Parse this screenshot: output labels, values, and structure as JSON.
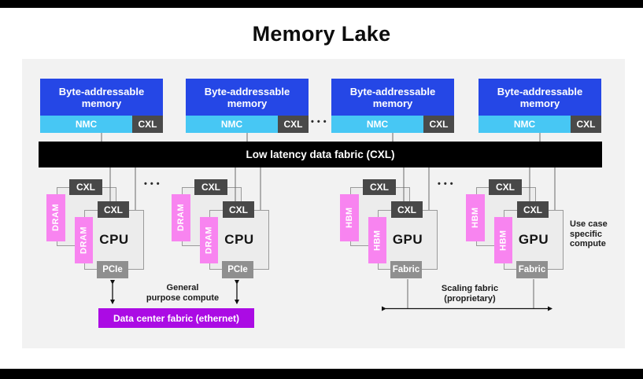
{
  "title": "Memory Lake",
  "memory_blocks": [
    {
      "label": "Byte-addressable memory",
      "nmc": "NMC",
      "cxl": "CXL"
    },
    {
      "label": "Byte-addressable memory",
      "nmc": "NMC",
      "cxl": "CXL"
    },
    {
      "label": "Byte-addressable memory",
      "nmc": "NMC",
      "cxl": "CXL"
    },
    {
      "label": "Byte-addressable memory",
      "nmc": "NMC",
      "cxl": "CXL"
    }
  ],
  "fabric_bar_label": "Low latency data fabric (CXL)",
  "ellipsis": "•••",
  "compute_units": [
    {
      "back_cxl": "CXL",
      "front_cxl": "CXL",
      "back_mem": "DRAM",
      "front_mem": "DRAM",
      "chip": "CPU",
      "io": "PCIe"
    },
    {
      "back_cxl": "CXL",
      "front_cxl": "CXL",
      "back_mem": "DRAM",
      "front_mem": "DRAM",
      "chip": "CPU",
      "io": "PCIe"
    },
    {
      "back_cxl": "CXL",
      "front_cxl": "CXL",
      "back_mem": "HBM",
      "front_mem": "HBM",
      "chip": "GPU",
      "io": "Fabric"
    },
    {
      "back_cxl": "CXL",
      "front_cxl": "CXL",
      "back_mem": "HBM",
      "front_mem": "HBM",
      "chip": "GPU",
      "io": "Fabric"
    }
  ],
  "annotations": {
    "general_compute": "General\npurpose compute",
    "datacenter_fabric": "Data center fabric (ethernet)",
    "scaling_fabric": "Scaling fabric\n(proprietary)",
    "use_case": "Use case\nspecific\ncompute"
  },
  "colors": {
    "memory_blue": "#2547e6",
    "nmc_cyan": "#47c7f4",
    "cxl_dark": "#4a4a4a",
    "dram_hbm_pink": "#f884f0",
    "io_tag_gray": "#8f8f8f",
    "fabric_black": "#000000",
    "datacenter_purple": "#ab0be4",
    "panel_gray": "#f2f2f2"
  }
}
